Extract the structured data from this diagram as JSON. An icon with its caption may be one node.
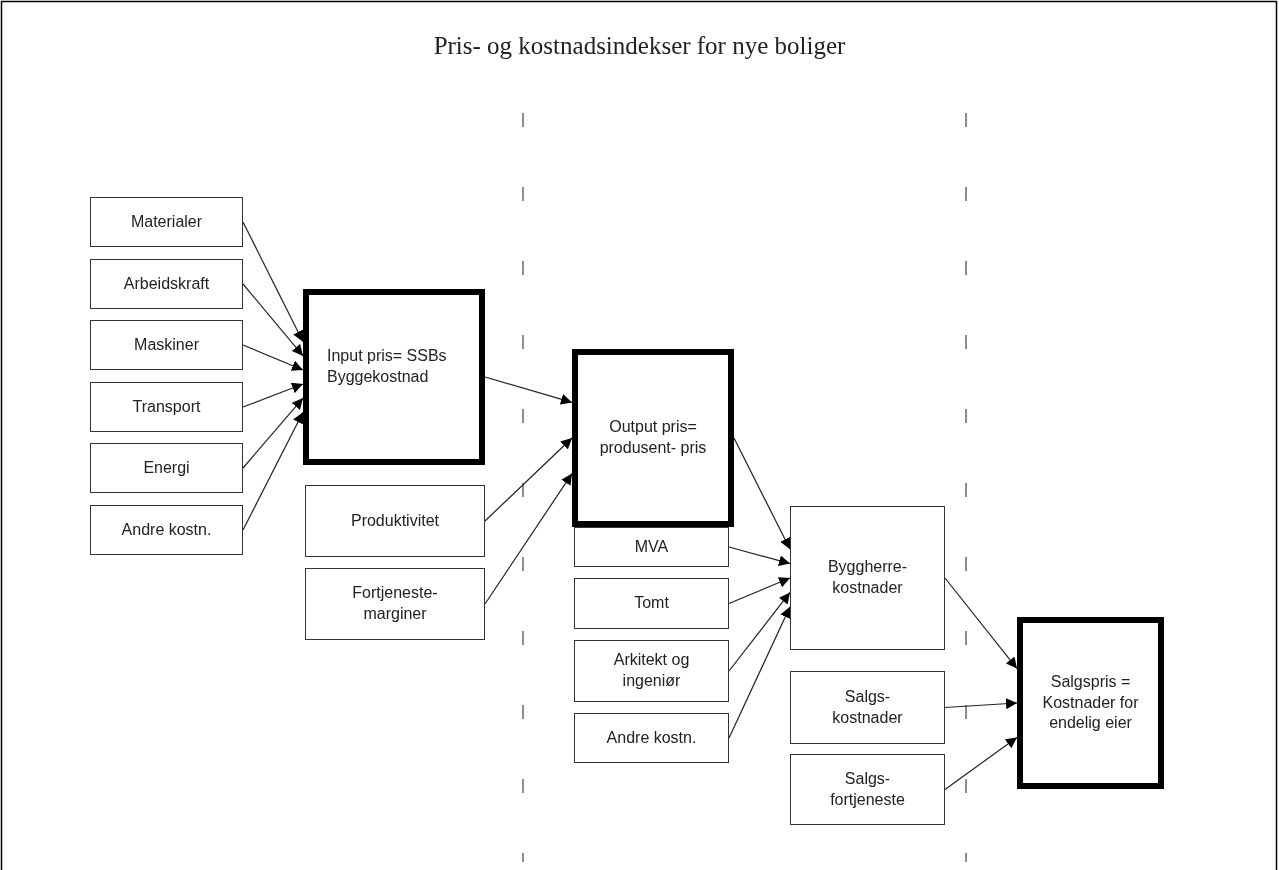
{
  "diagram": {
    "title": "Pris- og kostnadsindekser for nye boliger",
    "nodes": [
      {
        "text": [
          "Materialer"
        ]
      },
      {
        "text": [
          "Arbeidskraft"
        ]
      },
      {
        "text": [
          "Maskiner"
        ]
      },
      {
        "text": [
          "Transport"
        ]
      },
      {
        "text": [
          "Energi"
        ]
      },
      {
        "text": [
          "Andre kostn."
        ]
      },
      {
        "text": [
          "Input pris= SSBs Byggekostnad"
        ]
      },
      {
        "text": [
          "Produktivitet"
        ]
      },
      {
        "text": [
          "Fortjeneste- marginer"
        ]
      },
      {
        "text": [
          "Output pris= produsent- pris"
        ]
      },
      {
        "text": [
          "MVA"
        ]
      },
      {
        "text": [
          "Tomt"
        ]
      },
      {
        "text": [
          "Arkitekt og ingeniør"
        ]
      },
      {
        "text": [
          "Andre kostn."
        ]
      },
      {
        "text": [
          "Byggherre- kostnader"
        ]
      },
      {
        "text": [
          "Salgs- kostnader"
        ]
      },
      {
        "text": [
          "Salgs- fortjeneste"
        ]
      },
      {
        "text": [
          "Salgspris = Kostnader for endelig eier"
        ]
      }
    ],
    "edges": [
      {
        "from": 0,
        "to": 6,
        "arrow": "to"
      },
      {
        "from": 1,
        "to": 6,
        "arrow": "to"
      },
      {
        "from": 2,
        "to": 6,
        "arrow": "to"
      },
      {
        "from": 3,
        "to": 6,
        "arrow": "to"
      },
      {
        "from": 4,
        "to": 6,
        "arrow": "to"
      },
      {
        "from": 5,
        "to": 6,
        "arrow": "to"
      },
      {
        "from": 6,
        "to": 9,
        "arrow": "to"
      },
      {
        "from": 7,
        "to": 9,
        "arrow": "to"
      },
      {
        "from": 8,
        "to": 9,
        "arrow": "to"
      },
      {
        "from": 9,
        "to": 14,
        "arrow": "to"
      },
      {
        "from": 10,
        "to": 14,
        "arrow": "to"
      },
      {
        "from": 11,
        "to": 14,
        "arrow": "to"
      },
      {
        "from": 12,
        "to": 14,
        "arrow": "to"
      },
      {
        "from": 13,
        "to": 14,
        "arrow": "to"
      },
      {
        "from": 14,
        "to": 17,
        "arrow": "to"
      },
      {
        "from": 15,
        "to": 17,
        "arrow": "to"
      },
      {
        "from": 16,
        "to": 17,
        "arrow": "to"
      }
    ]
  }
}
